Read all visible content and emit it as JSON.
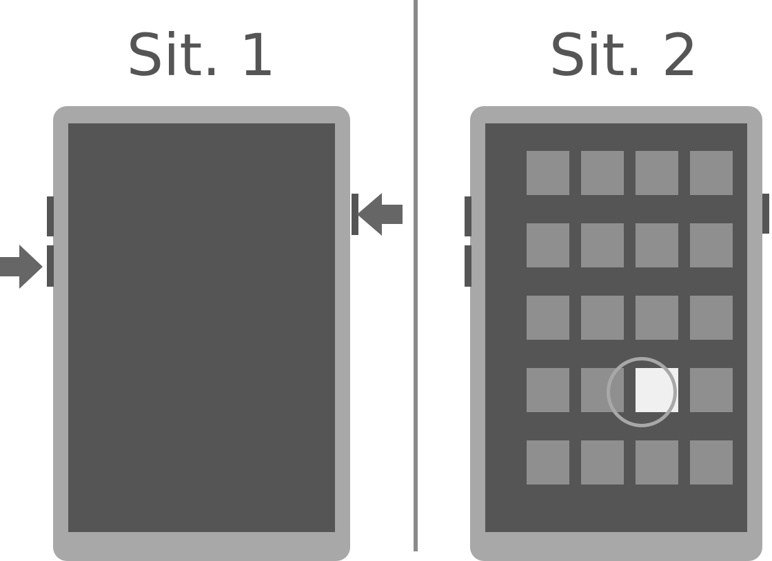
{
  "panels": [
    {
      "title": "Sit. 1"
    },
    {
      "title": "Sit. 2"
    }
  ],
  "colors": {
    "device_frame": "#a8a8a8",
    "screen": "#555555",
    "app_icon": "#8f8f8f",
    "app_icon_selected": "#f0f0f0",
    "divider": "#8a8a8a",
    "arrow": "#666666",
    "text": "#555555"
  },
  "app_grid": {
    "rows": 5,
    "columns": 4,
    "selected_row": 4,
    "selected_column": 3
  }
}
